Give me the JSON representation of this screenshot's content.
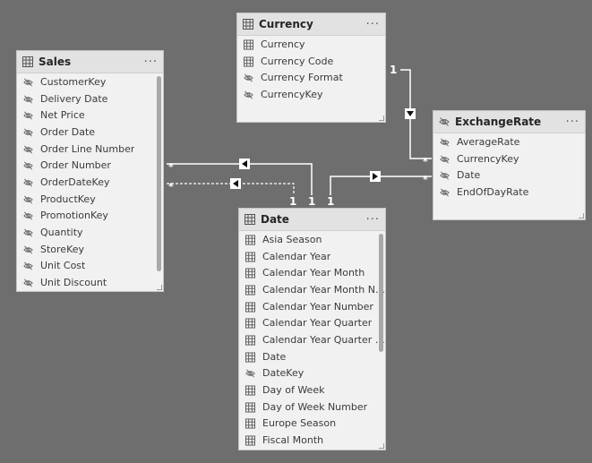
{
  "tables": {
    "sales": {
      "title": "Sales",
      "fields": [
        {
          "label": "CustomerKey",
          "kind": "hidden"
        },
        {
          "label": "Delivery Date",
          "kind": "hidden"
        },
        {
          "label": "Net Price",
          "kind": "hidden"
        },
        {
          "label": "Order Date",
          "kind": "hidden"
        },
        {
          "label": "Order Line Number",
          "kind": "hidden"
        },
        {
          "label": "Order Number",
          "kind": "hidden"
        },
        {
          "label": "OrderDateKey",
          "kind": "hidden"
        },
        {
          "label": "ProductKey",
          "kind": "hidden"
        },
        {
          "label": "PromotionKey",
          "kind": "hidden"
        },
        {
          "label": "Quantity",
          "kind": "hidden"
        },
        {
          "label": "StoreKey",
          "kind": "hidden"
        },
        {
          "label": "Unit Cost",
          "kind": "hidden"
        },
        {
          "label": "Unit Discount",
          "kind": "hidden"
        }
      ]
    },
    "currency": {
      "title": "Currency",
      "fields": [
        {
          "label": "Currency",
          "kind": "column"
        },
        {
          "label": "Currency Code",
          "kind": "column"
        },
        {
          "label": "Currency Format",
          "kind": "hidden"
        },
        {
          "label": "CurrencyKey",
          "kind": "hidden"
        }
      ]
    },
    "exchange_rate": {
      "title": "ExchangeRate",
      "fields": [
        {
          "label": "AverageRate",
          "kind": "hidden"
        },
        {
          "label": "CurrencyKey",
          "kind": "hidden"
        },
        {
          "label": "Date",
          "kind": "hidden"
        },
        {
          "label": "EndOfDayRate",
          "kind": "hidden"
        }
      ]
    },
    "date": {
      "title": "Date",
      "fields": [
        {
          "label": "Asia Season",
          "kind": "column"
        },
        {
          "label": "Calendar Year",
          "kind": "column"
        },
        {
          "label": "Calendar Year Month",
          "kind": "column"
        },
        {
          "label": "Calendar Year Month Nu...",
          "kind": "column"
        },
        {
          "label": "Calendar Year Number",
          "kind": "column"
        },
        {
          "label": "Calendar Year Quarter",
          "kind": "column"
        },
        {
          "label": "Calendar Year Quarter Nu...",
          "kind": "column"
        },
        {
          "label": "Date",
          "kind": "column"
        },
        {
          "label": "DateKey",
          "kind": "hidden"
        },
        {
          "label": "Day of Week",
          "kind": "column"
        },
        {
          "label": "Day of Week Number",
          "kind": "column"
        },
        {
          "label": "Europe Season",
          "kind": "column"
        },
        {
          "label": "Fiscal Month",
          "kind": "column"
        }
      ]
    }
  },
  "menu_glyph": "···",
  "relationships": {
    "one_label": "1",
    "many_label": "*",
    "line_color": "#ffffff"
  },
  "colors": {
    "background": "#6e6e6e",
    "card": "#f1f1f1",
    "header": "#e2e2e2",
    "text": "#3a3a3a"
  }
}
